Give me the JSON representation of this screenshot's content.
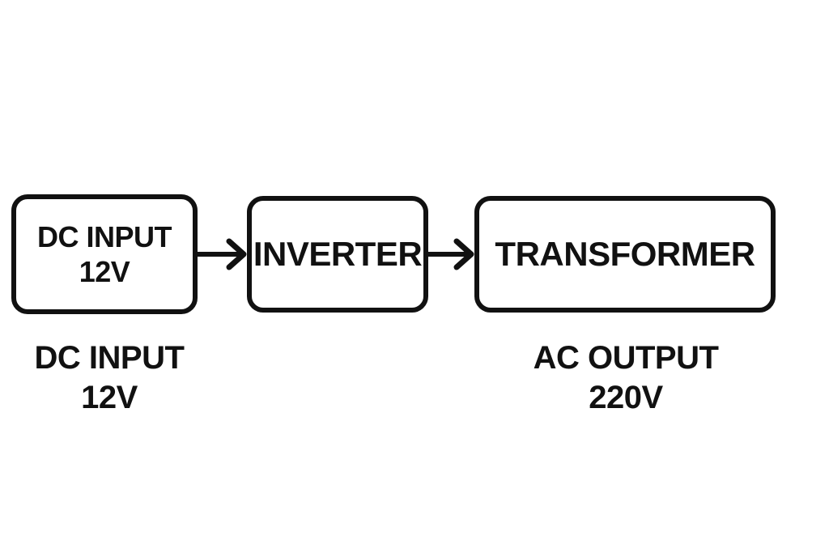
{
  "canvas": {
    "background": "#ffffff",
    "ink": "#111111"
  },
  "diagram": {
    "type": "block-diagram",
    "blocks": [
      {
        "name": "dc-input",
        "lines": [
          "DC INPUT",
          "12V"
        ]
      },
      {
        "name": "inverter",
        "lines": [
          "INVERTER"
        ]
      },
      {
        "name": "transformer",
        "lines": [
          "TRANSFORMER"
        ]
      }
    ],
    "arrows": [
      {
        "name": "dc-input-to-inverter",
        "from": "dc-input",
        "to": "inverter",
        "direction": "right"
      },
      {
        "name": "inverter-to-transformer",
        "from": "inverter",
        "to": "transformer",
        "direction": "right"
      }
    ],
    "captions": [
      {
        "name": "dc-input-caption",
        "lines": [
          "DC INPUT",
          "12V"
        ]
      },
      {
        "name": "ac-output-caption",
        "lines": [
          "AC OUTPUT",
          "220V"
        ]
      }
    ]
  }
}
